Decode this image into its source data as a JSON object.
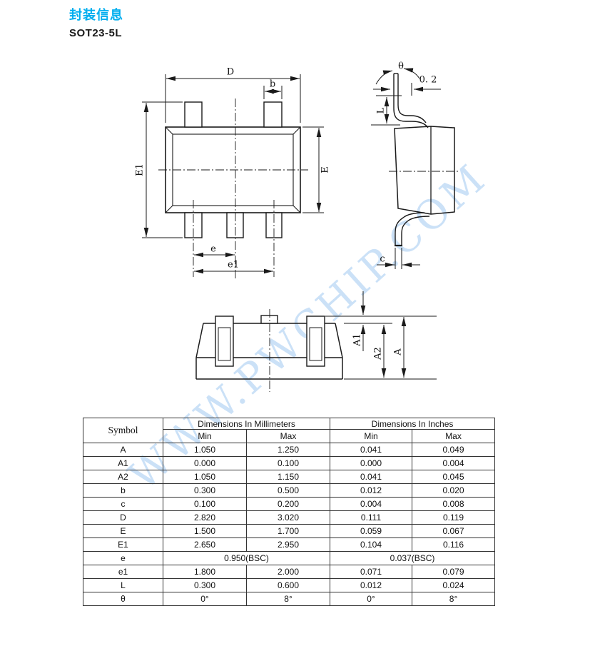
{
  "page": {
    "title": "封装信息",
    "subtitle": "SOT23-5L"
  },
  "watermark": {
    "text": "WWW.PWCHIP.COM",
    "color": "#cbe1f7"
  },
  "colors": {
    "accent": "#00aeef",
    "line": "#1a1a1a"
  },
  "drawing": {
    "labels": {
      "D": "D",
      "b": "b",
      "E1": "E1",
      "E": "E",
      "e": "e",
      "e1": "e1",
      "theta": "θ",
      "gauge": "0. 2",
      "L": "L",
      "c": "c",
      "A": "A",
      "A1": "A1",
      "A2": "A2"
    }
  },
  "table": {
    "headers": {
      "symbol": "Symbol",
      "mm": "Dimensions In Millimeters",
      "inch": "Dimensions In Inches",
      "min": "Min",
      "max": "Max"
    },
    "rows": [
      {
        "symbol": "A",
        "mm_min": "1.050",
        "mm_max": "1.250",
        "in_min": "0.041",
        "in_max": "0.049"
      },
      {
        "symbol": "A1",
        "mm_min": "0.000",
        "mm_max": "0.100",
        "in_min": "0.000",
        "in_max": "0.004"
      },
      {
        "symbol": "A2",
        "mm_min": "1.050",
        "mm_max": "1.150",
        "in_min": "0.041",
        "in_max": "0.045"
      },
      {
        "symbol": "b",
        "mm_min": "0.300",
        "mm_max": "0.500",
        "in_min": "0.012",
        "in_max": "0.020"
      },
      {
        "symbol": "c",
        "mm_min": "0.100",
        "mm_max": "0.200",
        "in_min": "0.004",
        "in_max": "0.008"
      },
      {
        "symbol": "D",
        "mm_min": "2.820",
        "mm_max": "3.020",
        "in_min": "0.111",
        "in_max": "0.119"
      },
      {
        "symbol": "E",
        "mm_min": "1.500",
        "mm_max": "1.700",
        "in_min": "0.059",
        "in_max": "0.067"
      },
      {
        "symbol": "E1",
        "mm_min": "2.650",
        "mm_max": "2.950",
        "in_min": "0.104",
        "in_max": "0.116"
      },
      {
        "symbol": "e",
        "mm_bsc": "0.950(BSC)",
        "in_bsc": "0.037(BSC)"
      },
      {
        "symbol": "e1",
        "mm_min": "1.800",
        "mm_max": "2.000",
        "in_min": "0.071",
        "in_max": "0.079"
      },
      {
        "symbol": "L",
        "mm_min": "0.300",
        "mm_max": "0.600",
        "in_min": "0.012",
        "in_max": "0.024"
      },
      {
        "symbol": "θ",
        "mm_min": "0°",
        "mm_max": "8°",
        "in_min": "0°",
        "in_max": "8°"
      }
    ]
  }
}
